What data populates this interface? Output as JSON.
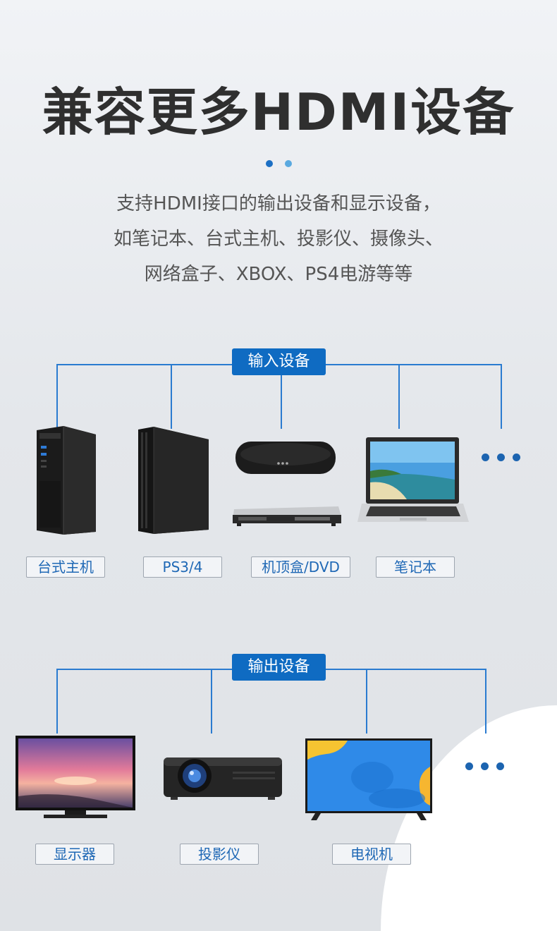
{
  "title": "兼容更多HDMI设备",
  "description": [
    "支持HDMI接口的输出设备和显示设备，",
    "如笔记本、台式主机、投影仪、摄像头、",
    "网络盒子、XBOX、PS4电游等等"
  ],
  "input_section": {
    "header": "输入设备",
    "devices": [
      {
        "label": "台式主机",
        "icon": "desktop-tower-icon"
      },
      {
        "label": "PS3/4",
        "icon": "game-console-icon"
      },
      {
        "label": "机顶盒/DVD",
        "icon": "set-top-box-icon"
      },
      {
        "label": "笔记本",
        "icon": "laptop-icon"
      }
    ]
  },
  "output_section": {
    "header": "输出设备",
    "devices": [
      {
        "label": "显示器",
        "icon": "monitor-icon"
      },
      {
        "label": "投影仪",
        "icon": "projector-icon"
      },
      {
        "label": "电视机",
        "icon": "tv-icon"
      }
    ]
  },
  "colors": {
    "accent": "#0f6bc2",
    "line": "#2a7bd0",
    "dot_primary": "#1c6fc4",
    "dot_secondary": "#5aa9e0",
    "title": "#2f2f2f"
  }
}
